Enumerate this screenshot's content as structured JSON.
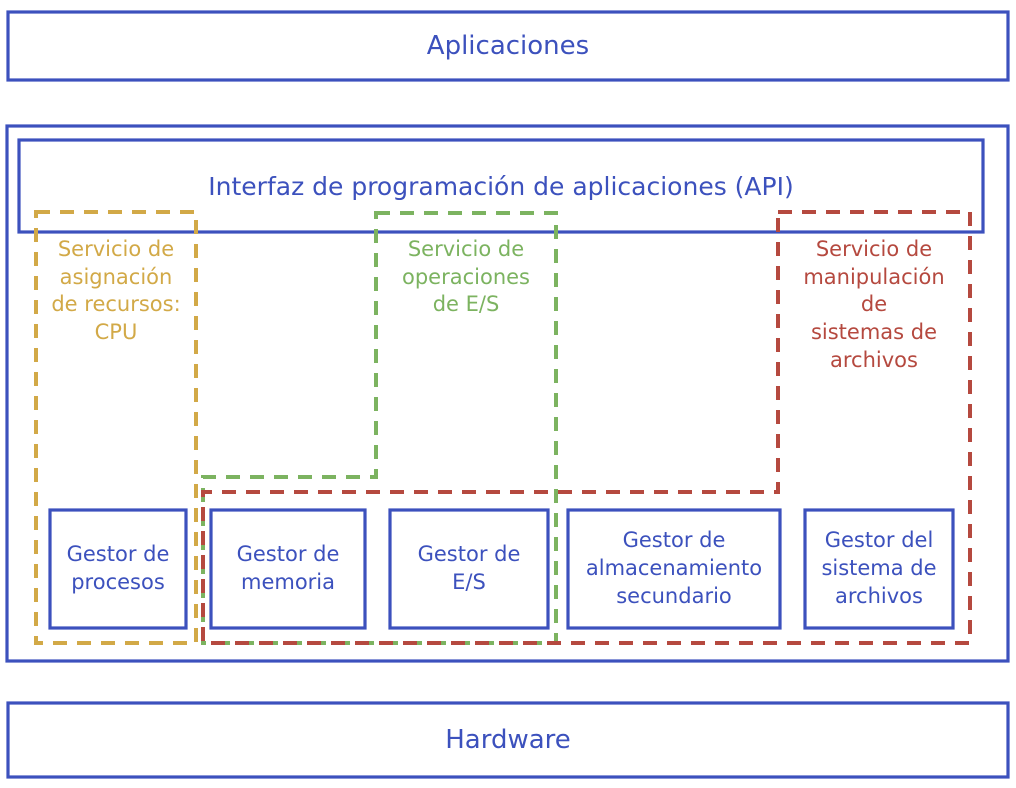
{
  "diagram": {
    "title_band_top": "Aplicaciones",
    "title_band_bottom": "Hardware",
    "api_label": "Interfaz de programación de aplicaciones (API)",
    "colors": {
      "blue": "#3c51bd",
      "gold": "#d2a947",
      "green": "#7cb360",
      "red": "#b5493f",
      "background": "#ffffff"
    },
    "services": [
      {
        "id": "cpu",
        "label": "Servicio de\nasignación\nde recursos:\nCPU",
        "color": "#d2a947"
      },
      {
        "id": "io",
        "label": "Servicio de\noperaciones\nde E/S",
        "color": "#7cb360"
      },
      {
        "id": "files",
        "label": "Servicio de\nmanipulación\nde\nsistemas de\narchivos",
        "color": "#b5493f"
      }
    ],
    "managers": [
      {
        "id": "procesos",
        "label": "Gestor de\nprocesos"
      },
      {
        "id": "memoria",
        "label": "Gestor de\nmemoria"
      },
      {
        "id": "es",
        "label": "Gestor de\nE/S"
      },
      {
        "id": "almacenamiento",
        "label": "Gestor de\nalmacenamiento\nsecundario"
      },
      {
        "id": "archivos",
        "label": "Gestor del\nsistema de\narchivos"
      }
    ]
  }
}
